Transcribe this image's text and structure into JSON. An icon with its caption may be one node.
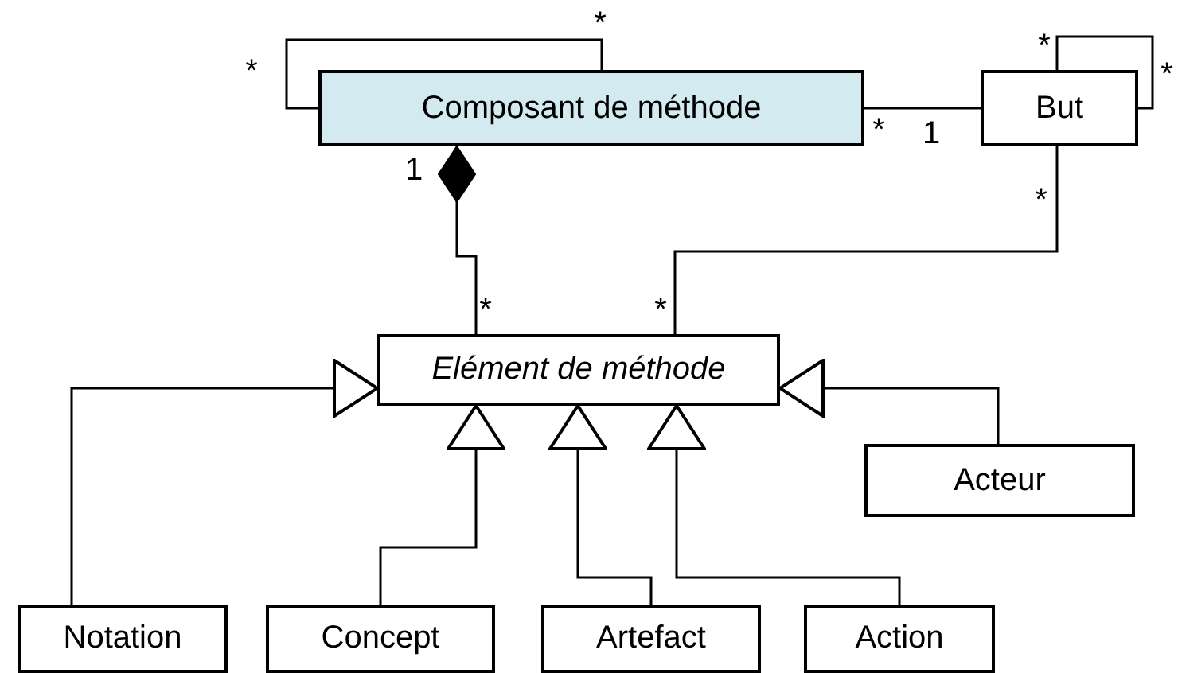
{
  "diagram": {
    "nodes": [
      {
        "text": [
          "Composant de méthode"
        ]
      },
      {
        "text": [
          "But"
        ]
      },
      {
        "text": [
          "Elément de méthode"
        ]
      },
      {
        "text": [
          "Acteur"
        ]
      },
      {
        "text": [
          "Notation"
        ]
      },
      {
        "text": [
          "Concept"
        ]
      },
      {
        "text": [
          "Artefact"
        ]
      },
      {
        "text": [
          "Action"
        ]
      }
    ],
    "edges": [
      {
        "from": 0,
        "to": 0,
        "arrow": "none"
      },
      {
        "from": 0,
        "to": 1,
        "arrow": "none"
      },
      {
        "from": 1,
        "to": 1,
        "arrow": "none"
      },
      {
        "from": 2,
        "to": 0,
        "arrow": "other"
      },
      {
        "from": 1,
        "to": 2,
        "arrow": "none"
      },
      {
        "from": 4,
        "to": 2,
        "arrow": "to"
      },
      {
        "from": 5,
        "to": 2,
        "arrow": "to"
      },
      {
        "from": 6,
        "to": 2,
        "arrow": "to"
      },
      {
        "from": 7,
        "to": 2,
        "arrow": "to"
      },
      {
        "from": 3,
        "to": 2,
        "arrow": "to"
      }
    ],
    "labels": [
      "*",
      "*",
      "*",
      "*",
      "1",
      "*",
      "1",
      "*",
      "*",
      "*"
    ]
  }
}
